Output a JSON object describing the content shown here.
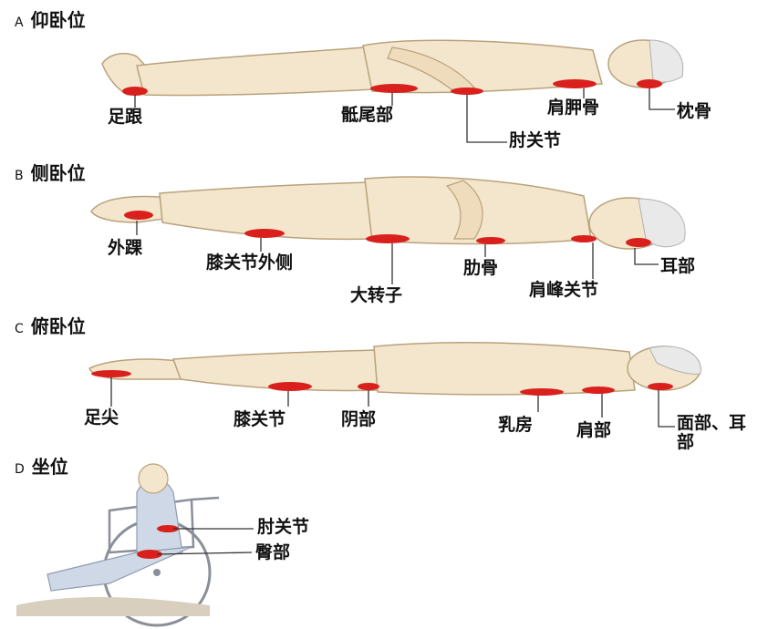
{
  "colors": {
    "skin": "#f3e6cc",
    "skin_outline": "#b9a27c",
    "pressure": "#d9201c",
    "leader": "#333333",
    "hair": "#e9e9ea"
  },
  "panels": [
    {
      "letter": "A",
      "title": "仰卧位",
      "labels": [
        "足跟",
        "骶尾部",
        "肘关节",
        "肩胛骨",
        "枕骨"
      ]
    },
    {
      "letter": "B",
      "title": "侧卧位",
      "labels": [
        "外踝",
        "膝关节外侧",
        "大转子",
        "肋骨",
        "肩峰关节",
        "耳部"
      ]
    },
    {
      "letter": "C",
      "title": "俯卧位",
      "labels": [
        "足尖",
        "膝关节",
        "阴部",
        "乳房",
        "肩部",
        "面部、耳部"
      ]
    },
    {
      "letter": "D",
      "title": "坐位",
      "labels": [
        "肘关节",
        "臀部"
      ]
    }
  ]
}
